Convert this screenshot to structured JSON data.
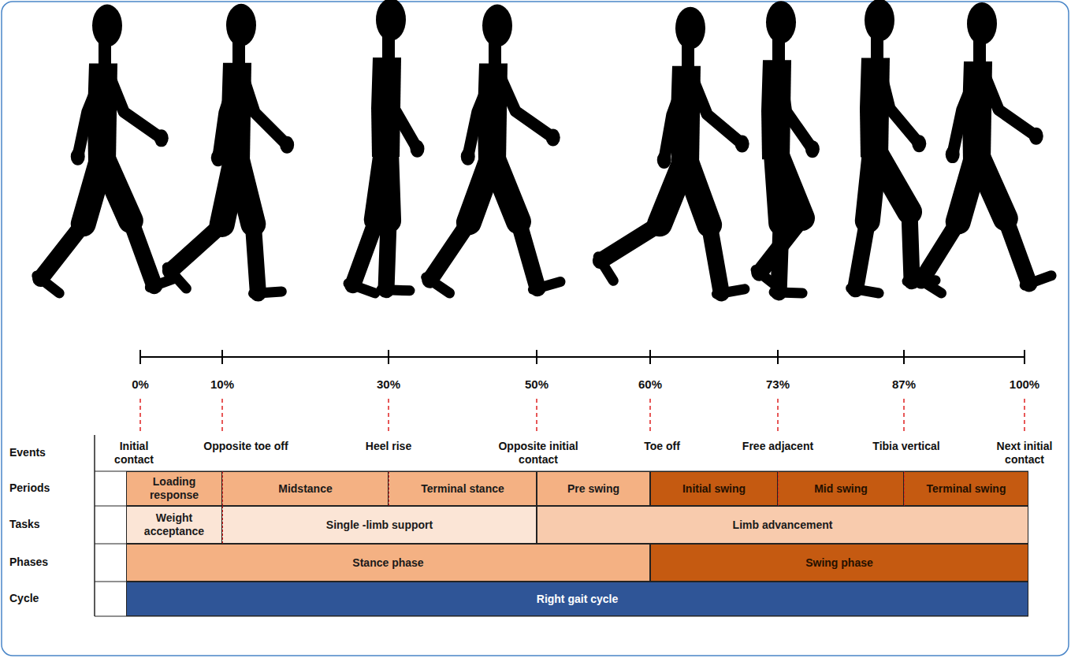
{
  "diagram": {
    "nodes": [
      {
        "text": [
          "Loading response"
        ]
      },
      {
        "text": [
          "Midstance"
        ]
      },
      {
        "text": [
          "Terminal stance"
        ]
      },
      {
        "text": [
          "Pre swing"
        ]
      },
      {
        "text": [
          "Initial swing"
        ]
      },
      {
        "text": [
          "Mid swing"
        ]
      },
      {
        "text": [
          "Terminal swing"
        ]
      },
      {
        "text": [
          "Weight acceptance"
        ]
      },
      {
        "text": [
          "Single -limb support"
        ]
      },
      {
        "text": [
          "Limb advancement"
        ]
      },
      {
        "text": [
          "Stance phase"
        ]
      },
      {
        "text": [
          "Swing phase"
        ]
      },
      {
        "text": [
          "Right gait cycle"
        ]
      }
    ],
    "labels": [
      "0%",
      "10%",
      "30%",
      "50%",
      "60%",
      "73%",
      "87%",
      "100%",
      "Events",
      "Initial contact",
      "Opposite toe off",
      "Heel rise",
      "Opposite initial contact",
      "Toe off",
      "Free adjacent",
      "Tibia vertical",
      "Next initial contact",
      "Periods",
      "Tasks",
      "Phases",
      "Cycle"
    ]
  }
}
